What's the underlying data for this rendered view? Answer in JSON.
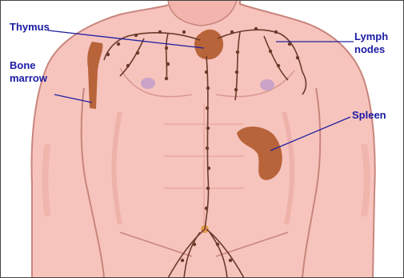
{
  "labels": {
    "thymus": "Thymus",
    "bone_marrow_line1": "Bone",
    "bone_marrow_line2": "marrow",
    "lymph_nodes_line1": "Lymph",
    "lymph_nodes_line2": "nodes",
    "spleen": "Spleen"
  },
  "colors": {
    "label_text": "#1a1aa6",
    "pointer_line": "#2020a0",
    "skin": "#f7c4bd",
    "skin_shade": "#eaa69e",
    "organ": "#b8643a",
    "lymph_vessel": "#6a3a2a",
    "nipple": "#c9a3c8",
    "background": "#ffffff"
  }
}
